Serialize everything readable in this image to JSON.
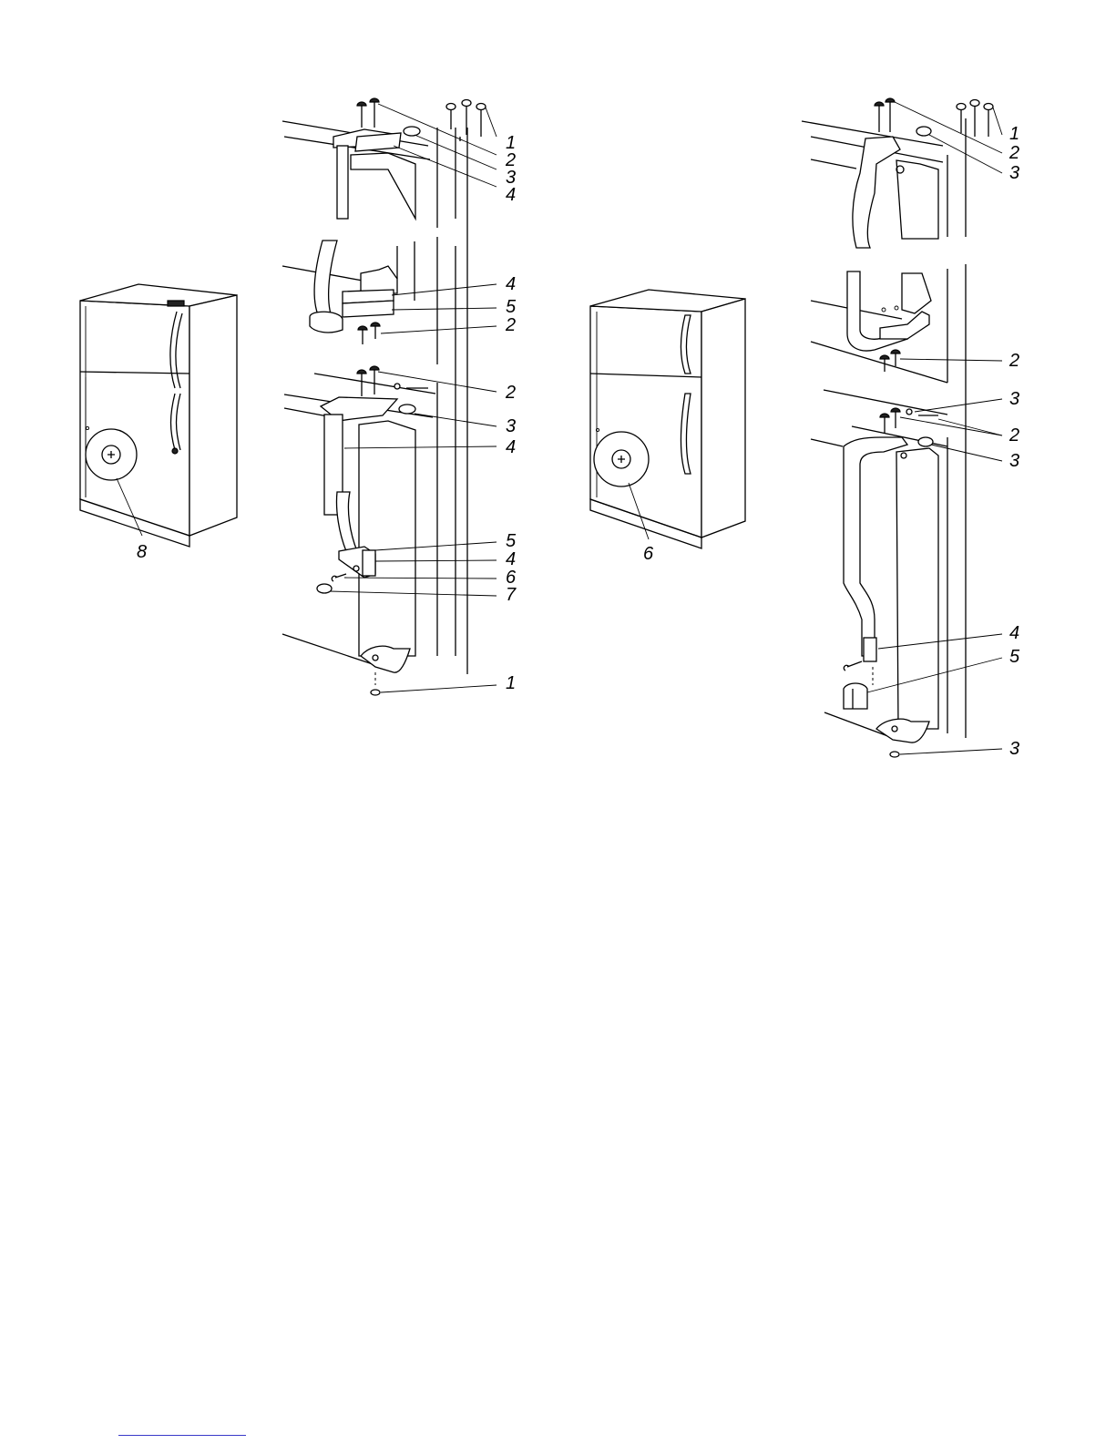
{
  "figure": {
    "left_overview": {
      "callouts": [
        "8"
      ]
    },
    "left_assembly": {
      "callouts": [
        "1",
        "2",
        "3",
        "4",
        "4",
        "5",
        "2",
        "2",
        "3",
        "4",
        "5",
        "4",
        "6",
        "7",
        "1"
      ]
    },
    "right_overview": {
      "callouts": [
        "6"
      ]
    },
    "right_assembly": {
      "callouts": [
        "1",
        "2",
        "3",
        "2",
        "3",
        "2",
        "3",
        "4",
        "5",
        "3"
      ]
    }
  },
  "colors": {
    "line": "#000000",
    "footnote_rule": "#3a39c8"
  }
}
